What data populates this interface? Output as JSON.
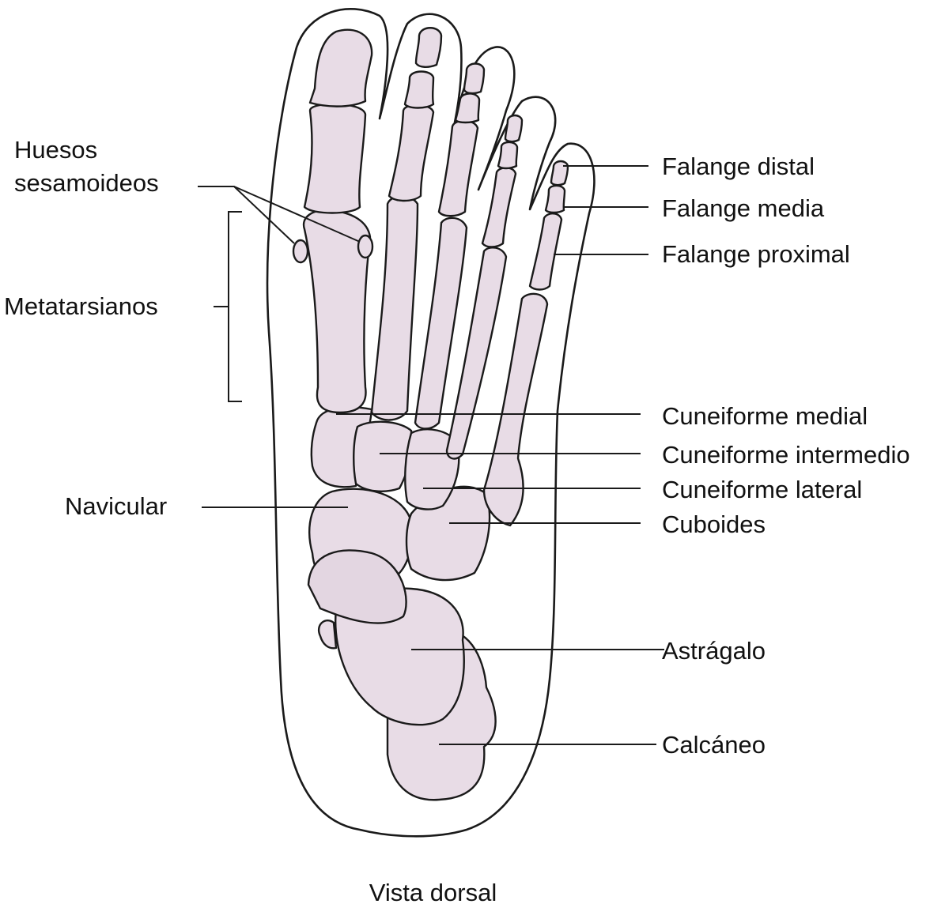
{
  "colors": {
    "bone": "#e8dce6",
    "outline": "#1a1a1a",
    "background": "#ffffff"
  },
  "labels": {
    "huesos_sesamoideos_1": "Huesos",
    "huesos_sesamoideos_2": "sesamoideos",
    "metatarsianos": "Metatarsianos",
    "navicular": "Navicular",
    "falange_distal": "Falange distal",
    "falange_media": "Falange media",
    "falange_proximal": "Falange proximal",
    "cuneiforme_medial": "Cuneiforme medial",
    "cuneiforme_intermedio": "Cuneiforme intermedio",
    "cuneiforme_lateral": "Cuneiforme lateral",
    "cuboides": "Cuboides",
    "astragalo": "Astrágalo",
    "calcaneo": "Calcáneo"
  },
  "caption": "Vista dorsal"
}
